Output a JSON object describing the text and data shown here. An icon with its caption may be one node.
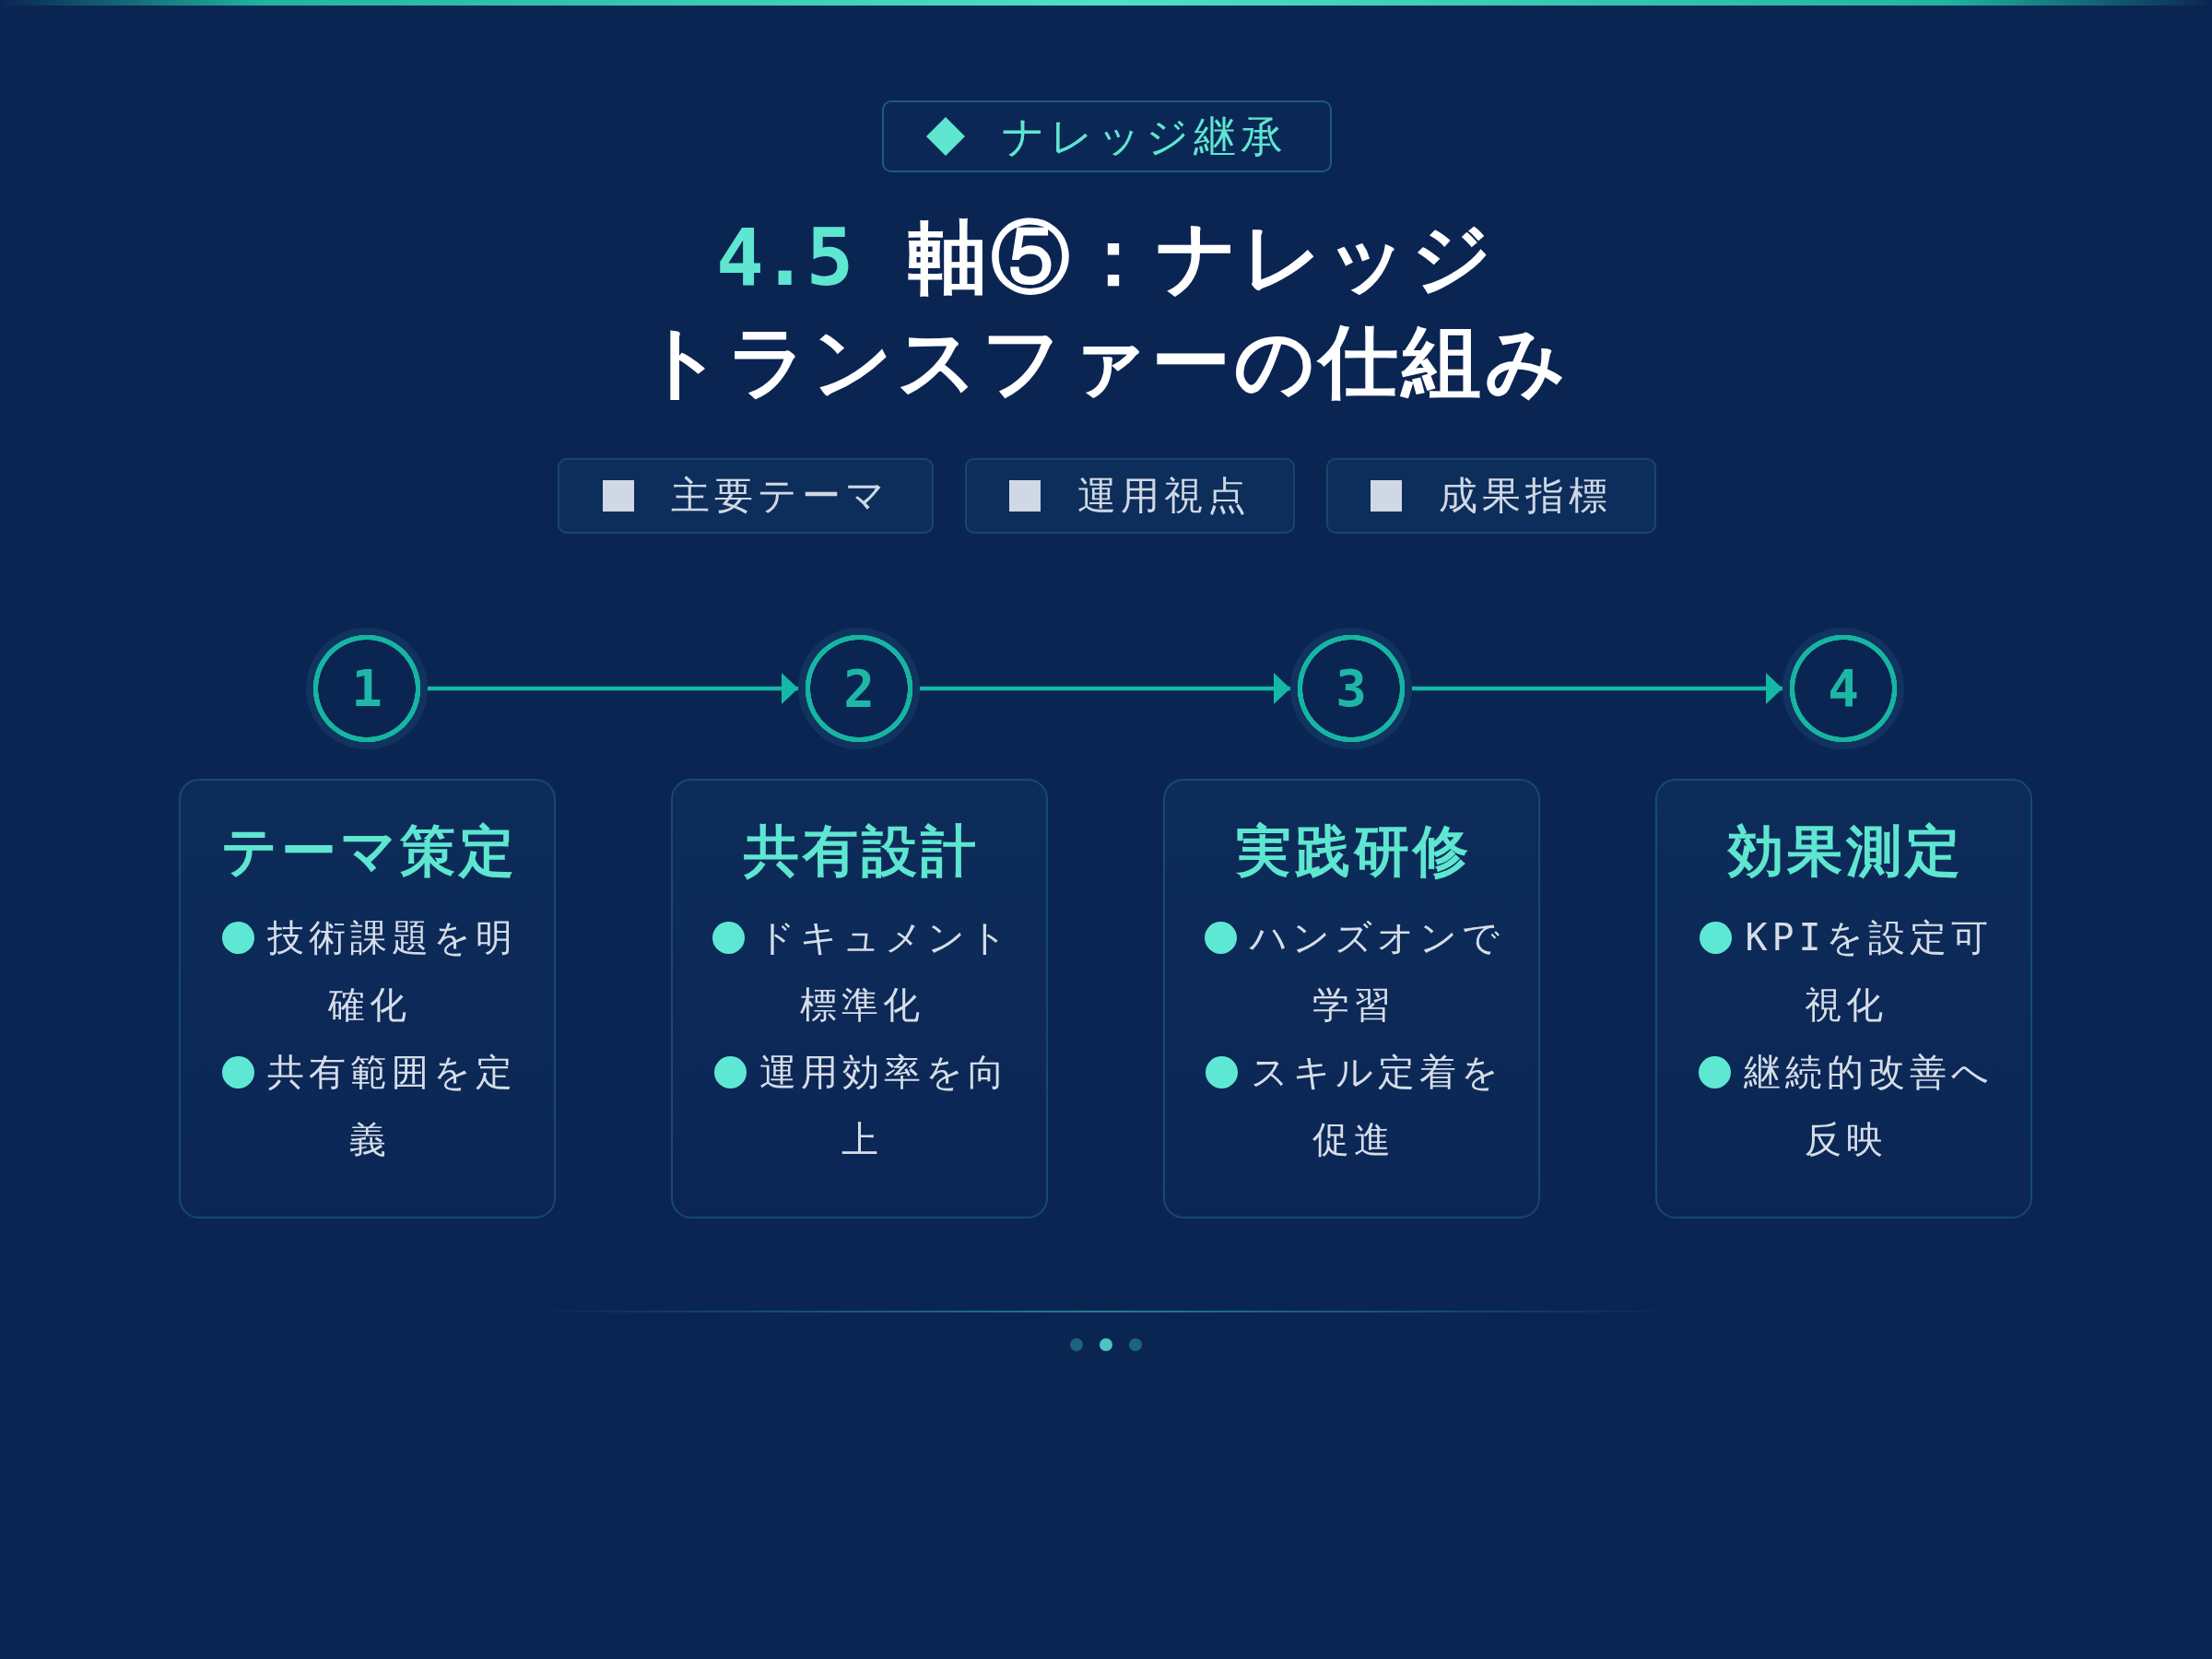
{
  "diagram": {
    "title": "4.5 軸⑤：ナレッジトランスファーの仕組み",
    "nodes": [
      {
        "text": [
          "ナレッジ継承"
        ]
      },
      {
        "text": [
          "主要テーマ"
        ]
      },
      {
        "text": [
          "運用視点"
        ]
      },
      {
        "text": [
          "成果指標"
        ]
      },
      {
        "text": [
          "1"
        ]
      },
      {
        "text": [
          "テーマ策定",
          "技術課題を明確化",
          "共有範囲を定義"
        ]
      },
      {
        "text": [
          "2"
        ]
      },
      {
        "text": [
          "共有設計",
          "ドキュメント標準化",
          "運用効率を向上"
        ]
      },
      {
        "text": [
          "3"
        ]
      },
      {
        "text": [
          "実践研修",
          "ハンズオンで学習",
          "スキル定着を促進"
        ]
      },
      {
        "text": [
          "4"
        ]
      },
      {
        "text": [
          "効果測定",
          "KPIを設定可視化",
          "継続的改善へ反映"
        ]
      }
    ],
    "edges": [
      {
        "from": 4,
        "to": 6,
        "arrow": "to"
      },
      {
        "from": 6,
        "to": 8,
        "arrow": "to"
      },
      {
        "from": 8,
        "to": 10,
        "arrow": "to"
      }
    ]
  }
}
